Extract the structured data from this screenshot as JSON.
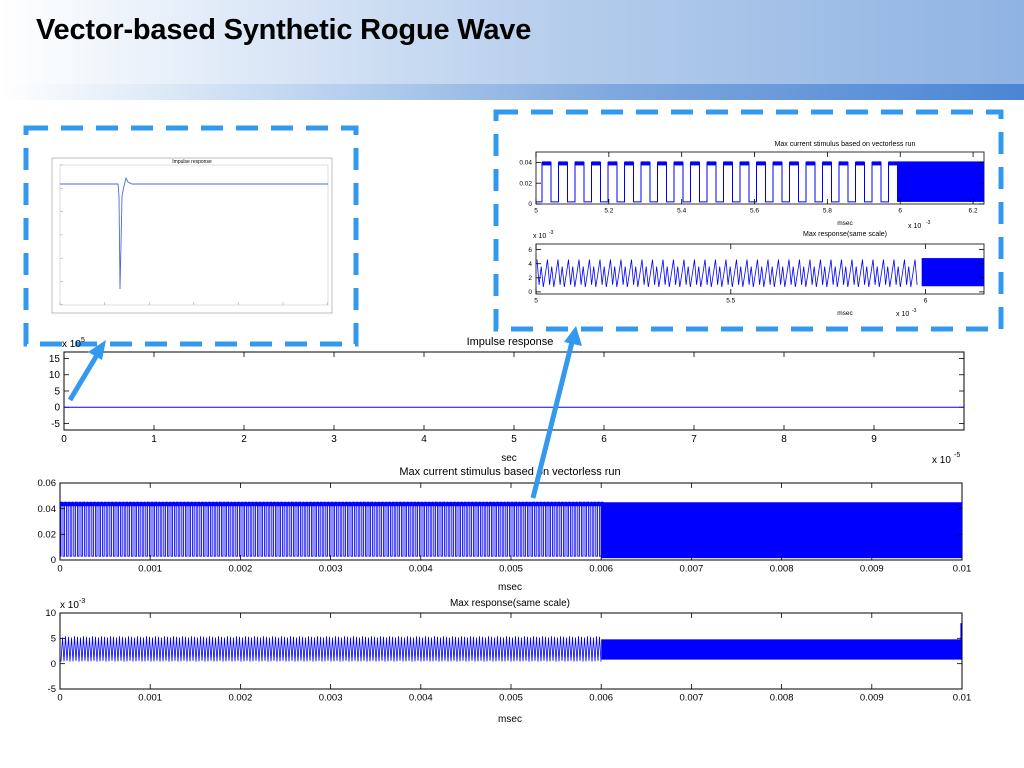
{
  "slide": {
    "title": "Vector-based Synthetic Rogue Wave"
  },
  "colors": {
    "accent": "#3399ee",
    "signal": "#0000ff",
    "arrow": "#3399ee"
  },
  "chart_data": [
    {
      "type": "line",
      "title": "Impulse response",
      "xlabel": "sec",
      "x_multiplier": "x 10",
      "x_multiplier_exp": "-5",
      "y_multiplier": "x 10",
      "y_multiplier_exp": "5",
      "x_ticks": [
        "0",
        "1",
        "2",
        "3",
        "4",
        "5",
        "6",
        "7",
        "8",
        "9"
      ],
      "y_ticks": [
        "15",
        "10",
        "5",
        "0",
        "-5"
      ],
      "xlim": [
        0,
        10
      ],
      "ylim": [
        -7,
        17
      ],
      "series": [
        {
          "x": [
            0,
            10
          ],
          "y": [
            0,
            0
          ]
        }
      ]
    },
    {
      "type": "line",
      "title": "Max current stimulus based on vectorless run",
      "xlabel": "msec",
      "x_ticks": [
        "0",
        "0.001",
        "0.002",
        "0.003",
        "0.004",
        "0.005",
        "0.006",
        "0.007",
        "0.008",
        "0.009",
        "0.01"
      ],
      "y_ticks": [
        "0.06",
        "0.04",
        "0.02",
        "0"
      ],
      "xlim": [
        0,
        0.01
      ],
      "ylim": [
        0,
        0.06
      ],
      "signal": {
        "low": 0.003,
        "high": 0.045,
        "pulse_region_end": 0.006
      }
    },
    {
      "type": "line",
      "title": "Max response(same scale)",
      "xlabel": "msec",
      "y_multiplier": "x 10",
      "y_multiplier_exp": "-3",
      "x_ticks": [
        "0",
        "0.001",
        "0.002",
        "0.003",
        "0.004",
        "0.005",
        "0.006",
        "0.007",
        "0.008",
        "0.009",
        "0.01"
      ],
      "y_ticks": [
        "10",
        "5",
        "0",
        "-5"
      ],
      "xlim": [
        0,
        0.01
      ],
      "ylim": [
        -5,
        10
      ],
      "signal": {
        "low": 0.8,
        "high": 4.8,
        "burst_start": 0.006
      }
    }
  ],
  "inset_left": {
    "title": "Impulse response"
  },
  "inset_right": {
    "top_title": "Max current stimulus based on vectorless run",
    "top_x_ticks": [
      "5",
      "5.2",
      "5.4",
      "5.6",
      "5.8",
      "6",
      "6.2"
    ],
    "top_y_ticks": [
      "0.04",
      "0.02",
      "0"
    ],
    "top_xlabel": "msec",
    "top_multiplier": "x 10",
    "top_multiplier_exp": "-3",
    "bottom_title": "Max response(same scale)",
    "bottom_x_ticks": [
      "5",
      "5.5",
      "6"
    ],
    "bottom_y_ticks": [
      "6",
      "4",
      "2",
      "0"
    ],
    "bottom_xlabel": "msec",
    "bottom_x_multiplier": "x 10",
    "bottom_x_multiplier_exp": "-3",
    "bottom_y_multiplier": "x 10",
    "bottom_y_multiplier_exp": "-3"
  }
}
